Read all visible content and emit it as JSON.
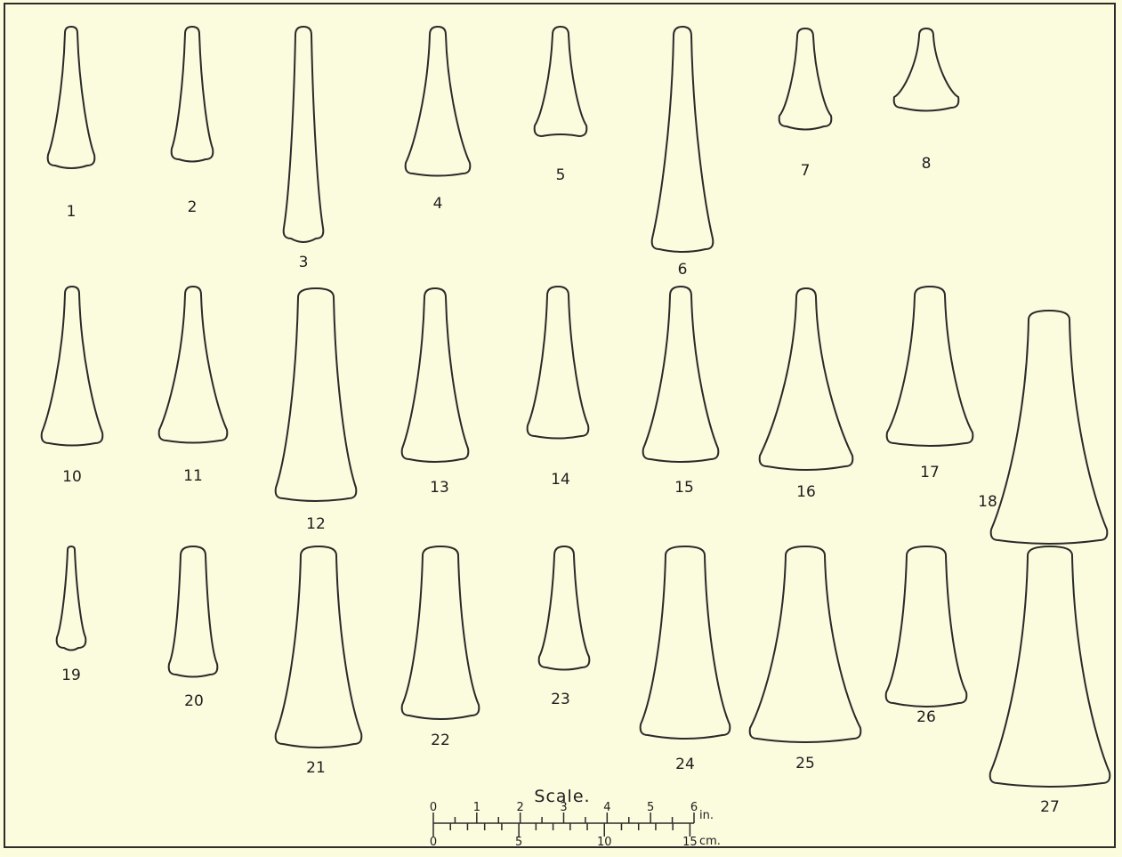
{
  "figures": [
    {
      "id": "1",
      "label": "1"
    },
    {
      "id": "2",
      "label": "2"
    },
    {
      "id": "3",
      "label": "3"
    },
    {
      "id": "4",
      "label": "4"
    },
    {
      "id": "5",
      "label": "5"
    },
    {
      "id": "6",
      "label": "6"
    },
    {
      "id": "7",
      "label": "7"
    },
    {
      "id": "8",
      "label": "8"
    },
    {
      "id": "10",
      "label": "10"
    },
    {
      "id": "11",
      "label": "11"
    },
    {
      "id": "12",
      "label": "12"
    },
    {
      "id": "13",
      "label": "13"
    },
    {
      "id": "14",
      "label": "14"
    },
    {
      "id": "15",
      "label": "15"
    },
    {
      "id": "16",
      "label": "16"
    },
    {
      "id": "17",
      "label": "17"
    },
    {
      "id": "18",
      "label": "18"
    },
    {
      "id": "19",
      "label": "19"
    },
    {
      "id": "20",
      "label": "20"
    },
    {
      "id": "21",
      "label": "21"
    },
    {
      "id": "22",
      "label": "22"
    },
    {
      "id": "23",
      "label": "23"
    },
    {
      "id": "24",
      "label": "24"
    },
    {
      "id": "25",
      "label": "25"
    },
    {
      "id": "26",
      "label": "26"
    },
    {
      "id": "27",
      "label": "27"
    }
  ],
  "scale": {
    "title": "Scale.",
    "inch_labels": [
      "0",
      "1",
      "2",
      "3",
      "4",
      "5",
      "6"
    ],
    "inch_unit": "in.",
    "cm_labels": [
      "0",
      "5",
      "10",
      "15"
    ],
    "cm_unit": "cm."
  }
}
